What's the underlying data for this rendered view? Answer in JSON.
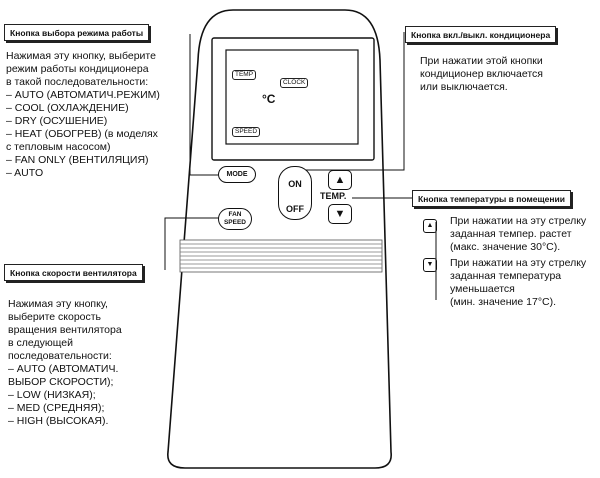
{
  "labels": {
    "mode_title": "Кнопка выбора режима работы",
    "power_title": "Кнопка вкл./выкл. кондиционера",
    "temp_title": "Кнопка температуры в помещении",
    "fan_title": "Кнопка скорости вентилятора"
  },
  "descriptions": {
    "mode": "Нажимая эту кнопку, выберите\nрежим работы кондиционера\nв такой последовательности:\n– AUTO (АВТОМАТИЧ.РЕЖИМ)\n– COOL (ОХЛАЖДЕНИЕ)\n– DRY (ОСУШЕНИЕ)\n– HEAT (ОБОГРЕВ) (в моделях\nс тепловым насосом)\n– FAN ONLY (ВЕНТИЛЯЦИЯ)\n– AUTO",
    "power": "При нажатии этой кнопки\nкондиционер включается\nили выключается.",
    "temp_up": "При нажатии на эту стрелку\nзаданная темпер. растет\n(макс. значение 30°C).",
    "temp_down": "При нажатии на эту стрелку\nзаданная температура\nуменьшается\n(мин. значение 17°C).",
    "fan": "Нажимая эту кнопку,\nвыберите скорость\nвращения вентилятора\nв следующей\nпоследовательности:\n– AUTO (АВТОМАТИЧ.\nВЫБОР СКОРОСТИ);\n– LOW (НИЗКАЯ);\n– MED (СРЕДНЯЯ);\n– HIGH (ВЫСОКАЯ)."
  },
  "display": {
    "temp_tag": "TEMP",
    "clock_tag": "CLOCK",
    "unit": "°C",
    "speed_tag": "SPEED"
  },
  "buttons": {
    "mode": "MODE",
    "on": "ON",
    "off": "OFF",
    "fan_line1": "FAN",
    "fan_line2": "SPEED",
    "temp": "TEMP.",
    "up_glyph": "▲",
    "down_glyph": "▼"
  }
}
